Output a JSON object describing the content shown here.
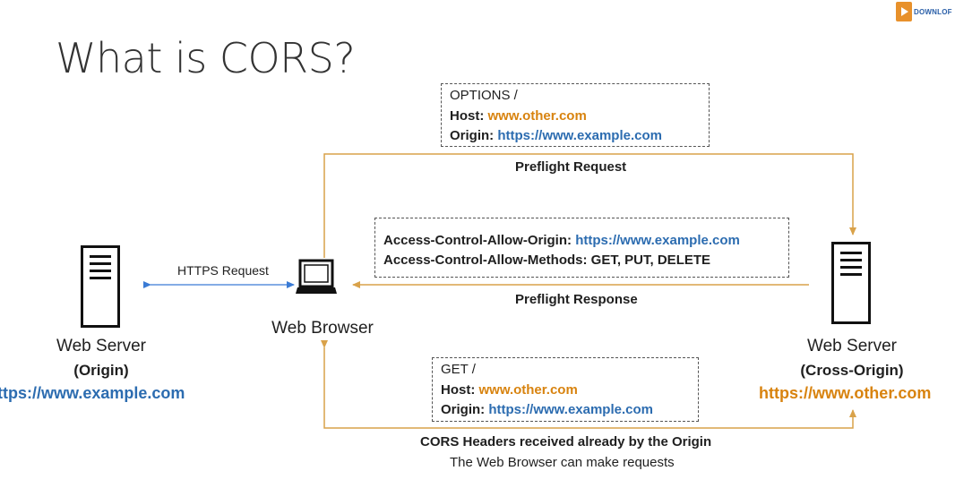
{
  "title": "What is CORS?",
  "logo": {
    "text": "DOWNLOF",
    "icon": "play-logo-icon"
  },
  "colors": {
    "orange": "#d8830f",
    "blue": "#2c6cb0",
    "arrow_orange": "#d9a24a",
    "arrow_blue": "#3a7bd5"
  },
  "preflight_request_box": {
    "line1": "OPTIONS /",
    "host_label": "Host:",
    "host_value": "www.other.com",
    "origin_label": "Origin:",
    "origin_value": "https://www.example.com"
  },
  "preflight_request_label": "Preflight Request",
  "preflight_response_box": {
    "allow_origin_label": "Access-Control-Allow-Origin:",
    "allow_origin_value": "https://www.example.com",
    "allow_methods": "Access-Control-Allow-Methods: GET, PUT, DELETE"
  },
  "preflight_response_label": "Preflight Response",
  "https_request_label": "HTTPS Request",
  "origin_server": {
    "name": "Web Server",
    "role": "(Origin)",
    "url": "https://www.example.com"
  },
  "browser": {
    "name": "Web Browser"
  },
  "cross_server": {
    "name": "Web Server",
    "role": "(Cross-Origin)",
    "url": "https://www.other.com"
  },
  "get_box": {
    "line1": "GET /",
    "host_label": "Host:",
    "host_value": "www.other.com",
    "origin_label": "Origin:",
    "origin_value": "https://www.example.com"
  },
  "footer": {
    "line1": "CORS Headers received already by the Origin",
    "line2": "The Web Browser can make requests"
  }
}
